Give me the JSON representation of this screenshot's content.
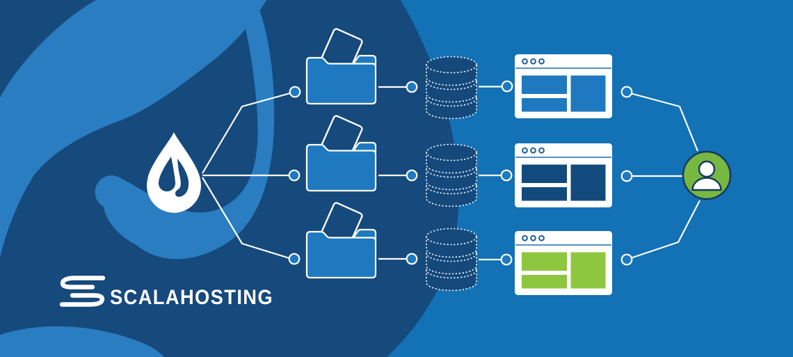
{
  "branding": {
    "wordmark": "SCALAHOSTING",
    "logo_icon": "scalahosting-s-icon",
    "cms_icon": "drupal-drop-icon"
  },
  "colors": {
    "background": "#1371b5",
    "background_dark": "#16497c",
    "swirl_light": "#2a7dc1",
    "shape_fill": "#1e79c0",
    "node_fill": "#1e79c0",
    "line_white": "#ffffff",
    "dark_block": "#134a7e",
    "green_block": "#8dc63f",
    "user_green": "#77b843",
    "outline_dark": "#15395f",
    "browser_dot_blue": "#1d5e95"
  },
  "diagram": {
    "browser_dots_per_window": 3,
    "source": {
      "icon": "drupal-drop-icon"
    },
    "rows": [
      {
        "id": "site-1",
        "folder_icon": "folder-icon",
        "database_icon": "database-icon",
        "site_icon": "browser-window-icon",
        "site_color": "#1e79c0"
      },
      {
        "id": "site-2",
        "folder_icon": "folder-icon",
        "database_icon": "database-icon",
        "site_icon": "browser-window-icon",
        "site_color": "#134a7e"
      },
      {
        "id": "site-3",
        "folder_icon": "folder-icon",
        "database_icon": "database-icon",
        "site_icon": "browser-window-icon",
        "site_color": "#8dc63f"
      }
    ],
    "target": {
      "icon": "user-icon",
      "badge_color": "#77b843"
    }
  }
}
